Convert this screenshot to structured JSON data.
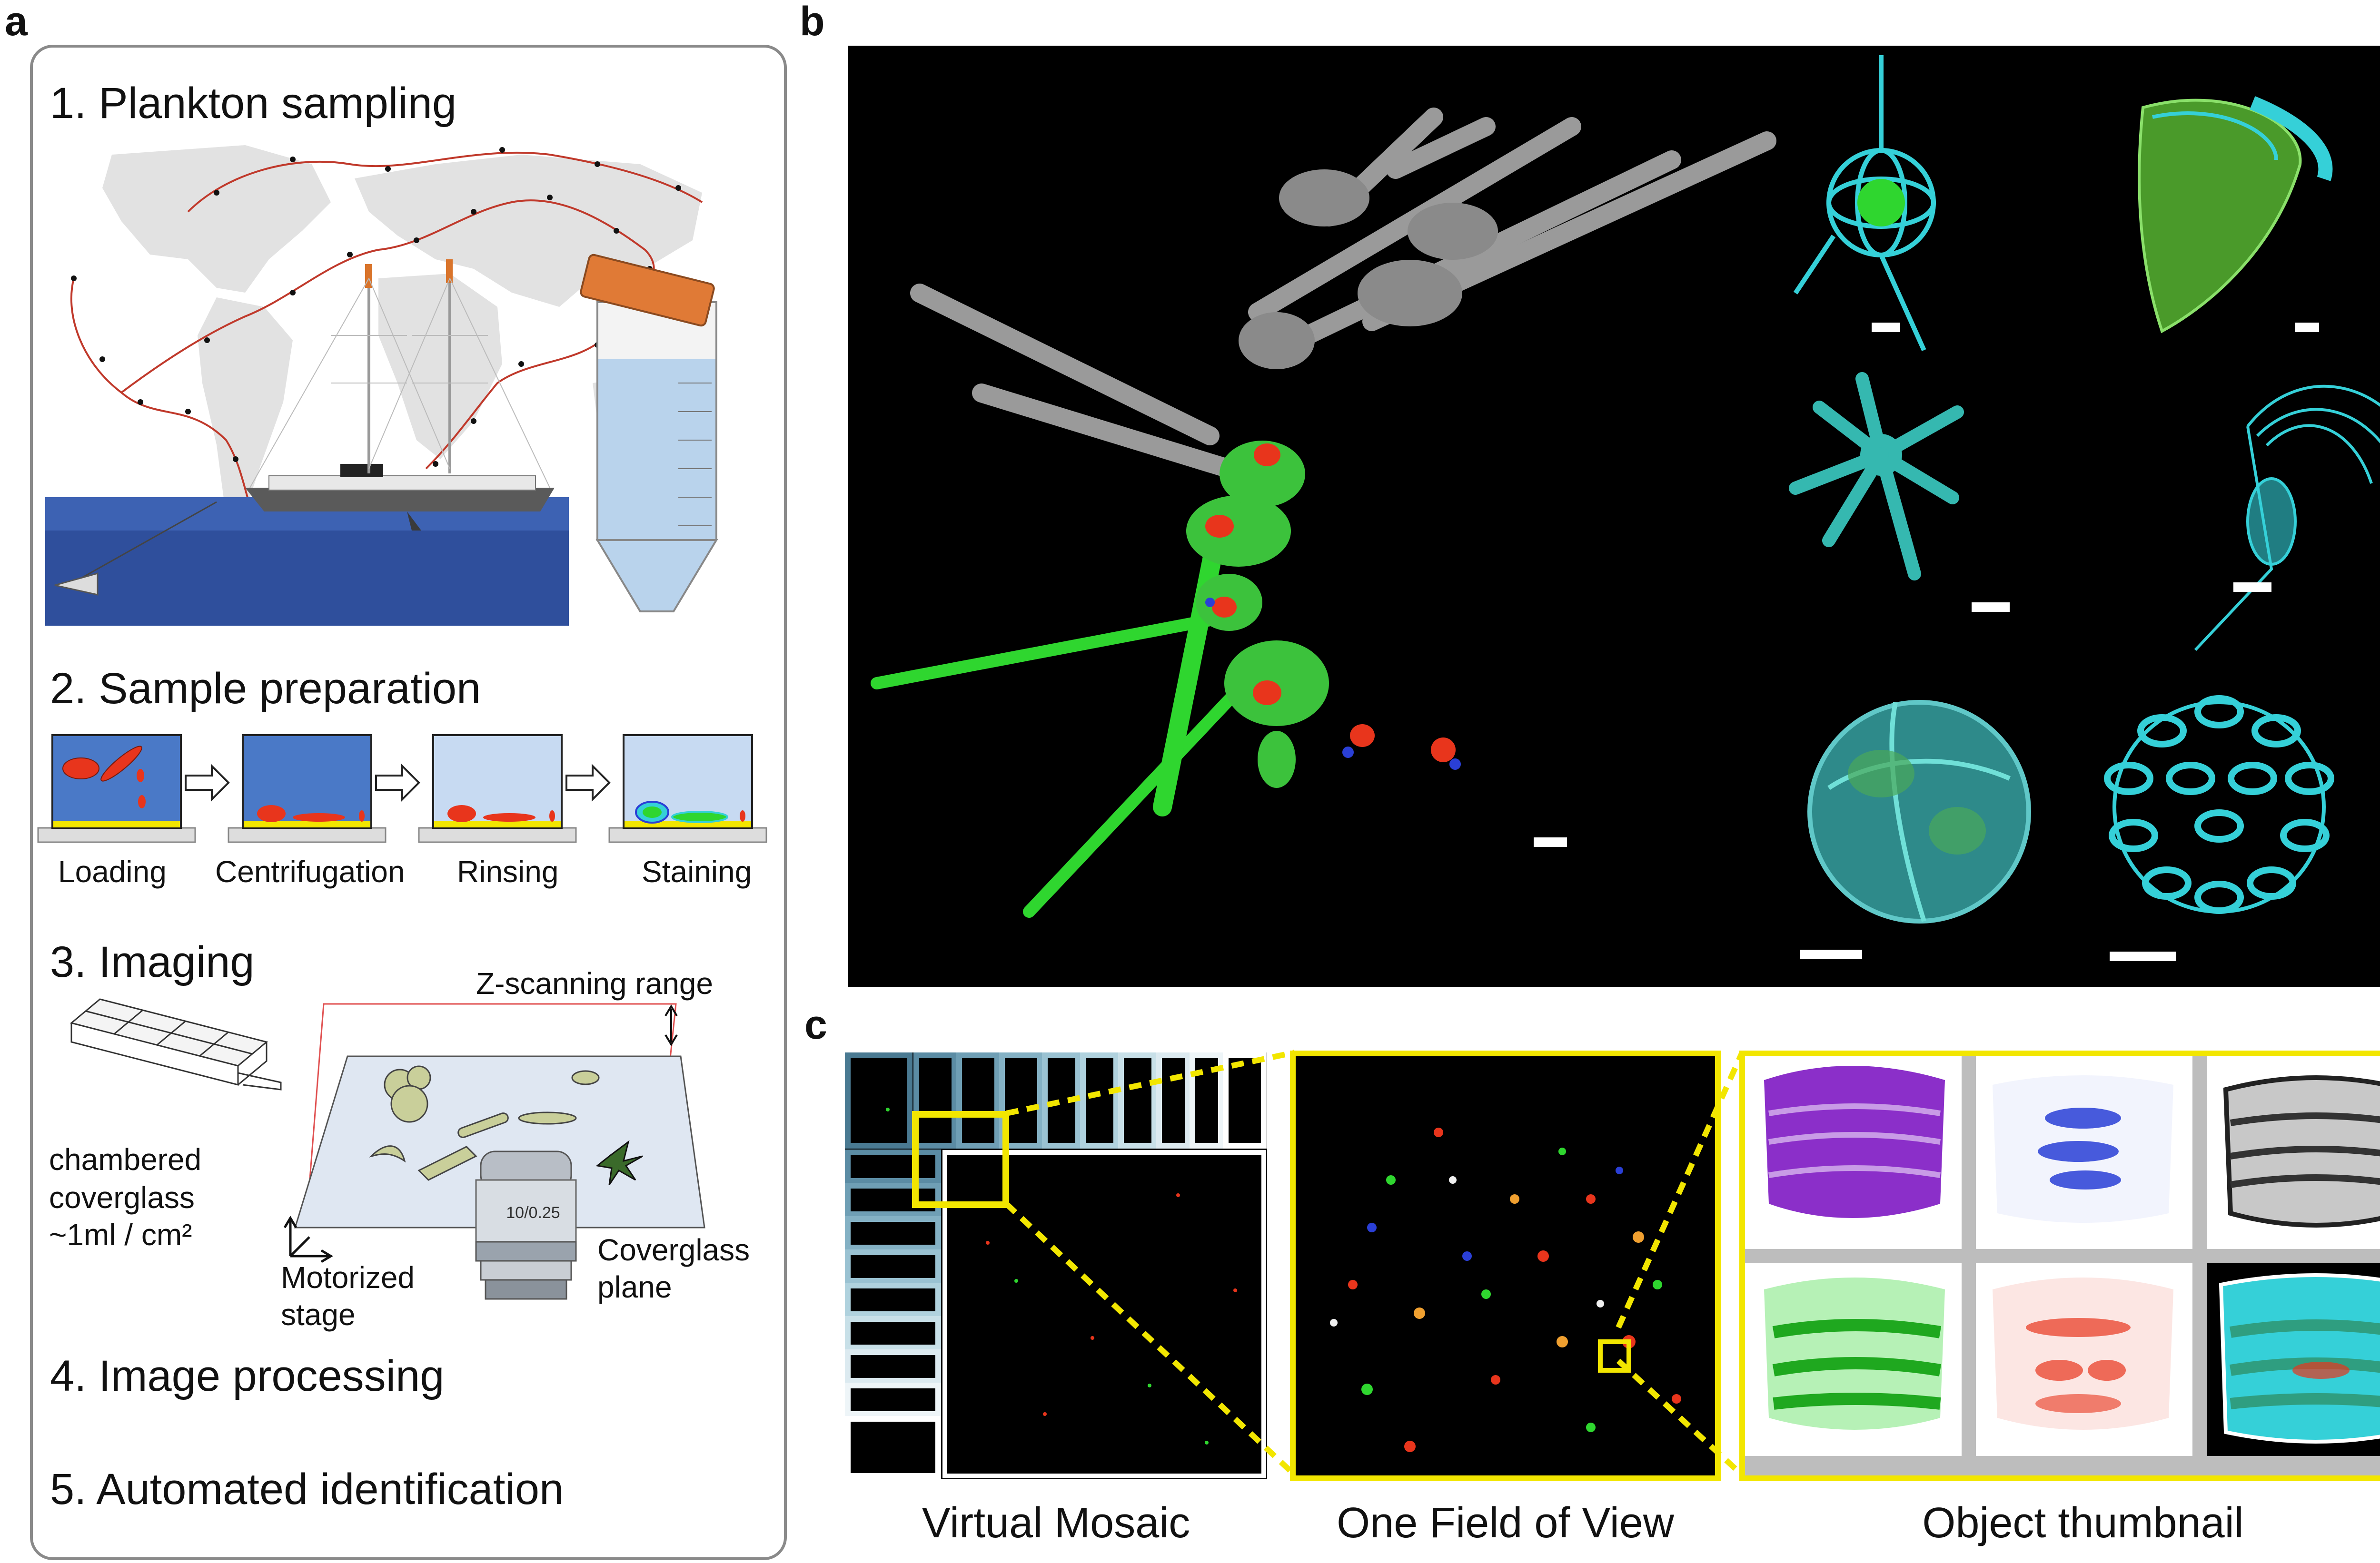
{
  "panel_labels": {
    "a": "a",
    "b": "b",
    "c": "c"
  },
  "panel_a": {
    "steps": [
      "1. Plankton sampling",
      "2. Sample preparation",
      "3. Imaging",
      "4. Image processing",
      "5. Automated identification"
    ],
    "prep_stages": [
      "Loading",
      "Centrifugation",
      "Rinsing",
      "Staining"
    ],
    "imaging": {
      "coverglass_label_line1": "chambered",
      "coverglass_label_line2": "coverglass",
      "coverglass_label_line3": "~1ml / cm²",
      "z_range_label": "Z-scanning range",
      "stage_label_line1": "Motorized",
      "stage_label_line2": "stage",
      "plane_label_line1": "Coverglass",
      "plane_label_line2": "plane",
      "objective_text": "10/0.25"
    }
  },
  "panel_c": {
    "captions": [
      "Virtual Mosaic",
      "One Field of View",
      "Object thumbnail"
    ]
  },
  "colors": {
    "sea": "#2f4f9c",
    "route": "#c0392b",
    "highlight_yellow": "#f2e600",
    "stain_green": "#2fd62f",
    "stain_cyan": "#35d0d8",
    "stain_red": "#e8351c",
    "stain_purple": "#8b2fc9",
    "stain_blue": "#2a3fd6"
  }
}
